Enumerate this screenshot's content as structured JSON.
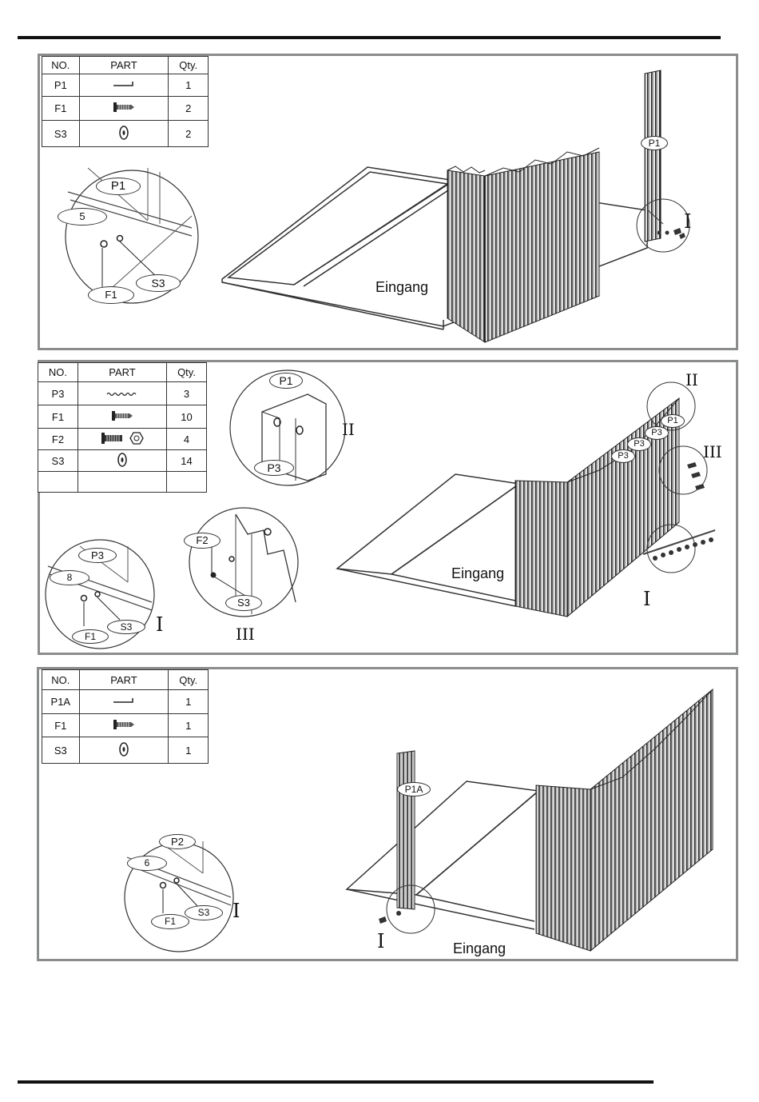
{
  "table_headers": {
    "no": "NO.",
    "part": "PART",
    "qty": "Qty."
  },
  "step1": {
    "rows": [
      {
        "no": "P1",
        "qty": "1",
        "icon": "bracket-icon"
      },
      {
        "no": "F1",
        "qty": "2",
        "icon": "screw-icon"
      },
      {
        "no": "S3",
        "qty": "2",
        "icon": "washer-icon"
      }
    ],
    "callout_I": "I",
    "label_P1": "P1",
    "detail_P1": "P1",
    "detail_num": "5",
    "detail_F1": "F1",
    "detail_S3": "S3",
    "entrance": "Eingang"
  },
  "step2": {
    "rows": [
      {
        "no": "P3",
        "qty": "3",
        "icon": "rail-icon"
      },
      {
        "no": "F1",
        "qty": "10",
        "icon": "screw-icon"
      },
      {
        "no": "F2",
        "qty": "4",
        "icon": "bolt-nut-icon"
      },
      {
        "no": "S3",
        "qty": "14",
        "icon": "washer-icon"
      },
      {
        "no": "",
        "qty": "",
        "icon": ""
      }
    ],
    "callout_I": "I",
    "callout_II": "II",
    "callout_III": "III",
    "label_P1": "P1",
    "label_P3a": "P3",
    "label_P3b": "P3",
    "label_P3c": "P3",
    "detailII_P1": "P1",
    "detailII_P3": "P3",
    "detailII_tag": "II",
    "detailI_P3": "P3",
    "detailI_num": "8",
    "detailI_F1": "F1",
    "detailI_S3": "S3",
    "detailI_tag": "I",
    "detailIII_F2": "F2",
    "detailIII_S3": "S3",
    "detailIII_tag": "III",
    "entrance": "Eingang"
  },
  "step3": {
    "rows": [
      {
        "no": "P1A",
        "qty": "1",
        "icon": "bracket-icon"
      },
      {
        "no": "F1",
        "qty": "1",
        "icon": "screw-icon"
      },
      {
        "no": "S3",
        "qty": "1",
        "icon": "washer-icon"
      }
    ],
    "callout_I": "I",
    "label_P1A": "P1A",
    "detail_P2": "P2",
    "detail_num": "6",
    "detail_F1": "F1",
    "detail_S3": "S3",
    "detail_tag": "I",
    "entrance": "Eingang"
  }
}
